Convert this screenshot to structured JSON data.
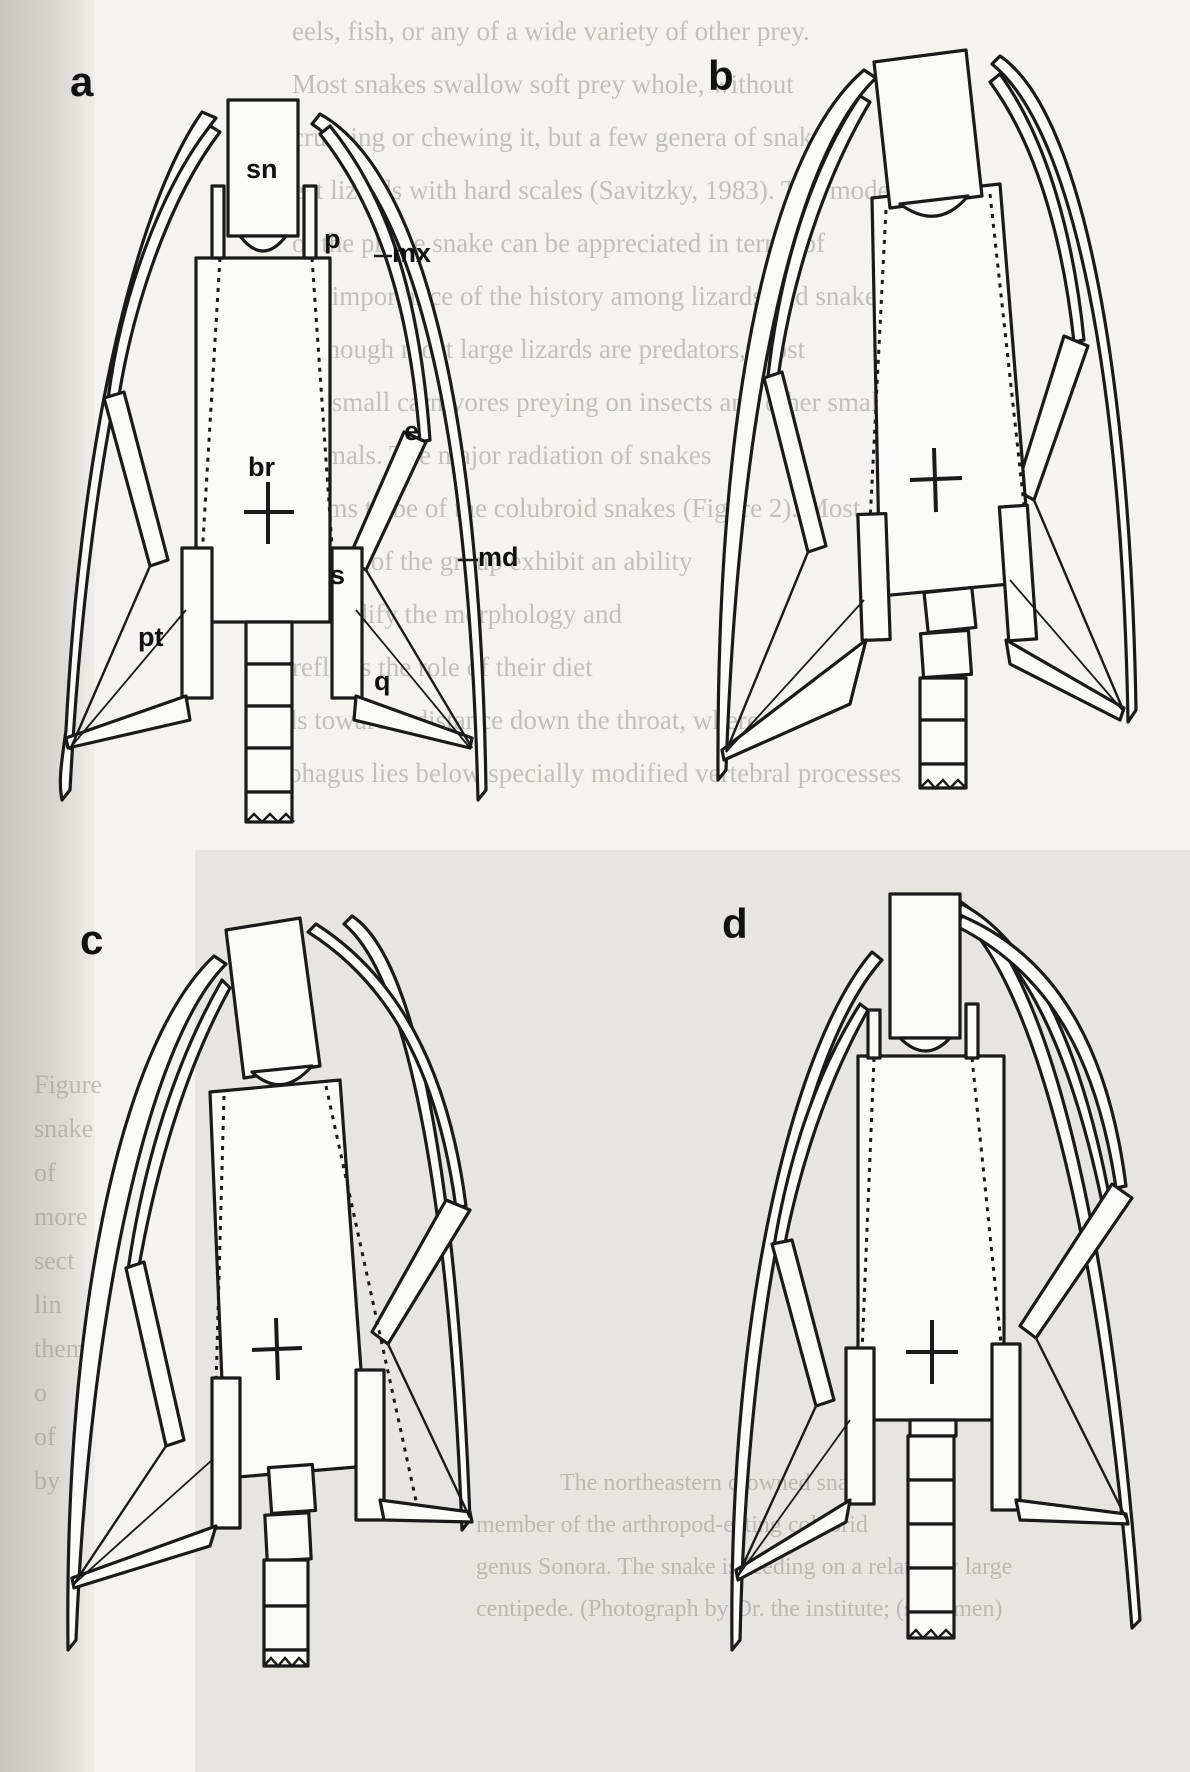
{
  "figure": {
    "panels": [
      {
        "letter": "a"
      },
      {
        "letter": "b"
      },
      {
        "letter": "c"
      },
      {
        "letter": "d"
      }
    ],
    "labels": {
      "sn": "sn",
      "p": "p",
      "mx": "mx",
      "br": "br",
      "e": "e",
      "md": "md",
      "s": "s",
      "pt": "pt",
      "q": "q"
    }
  },
  "bleed_text": {
    "right_lines": [
      "eels, fish, or any of a wide variety of other prey.",
      "Most snakes swallow soft prey whole, without",
      "crushing or chewing it, but a few genera of snakes",
      "eat lizards with hard scales (Savitzky, 1983). The mode",
      "of the phage snake can be appreciated in terms of",
      "the importance of the history among lizards and snakes.",
      "Although most large lizards are predators, most",
      "are small carnivores preying on insects and other small",
      "animals. The major radiation of snakes",
      "seems to be of the colubroid snakes (Figure 2). Most",
      "snakes of the group exhibit an ability",
      "to modify the morphology and",
      "reflects the role of their diet",
      "leads toward a distance down the throat, where the",
      "esophagus lies below specially modified vertebral processes"
    ],
    "bottom_lines": [
      "The northeastern crowned snake",
      "member of the arthropod-eating colubrid",
      "genus Sonora. The snake is feeding on a relatively large",
      "centipede. (Photograph by Dr. the institute; (specimen)"
    ],
    "left_lines": [
      "Figure",
      "snake",
      "of",
      "more",
      "sect",
      "lin",
      "them",
      "o",
      "of",
      "by"
    ]
  }
}
